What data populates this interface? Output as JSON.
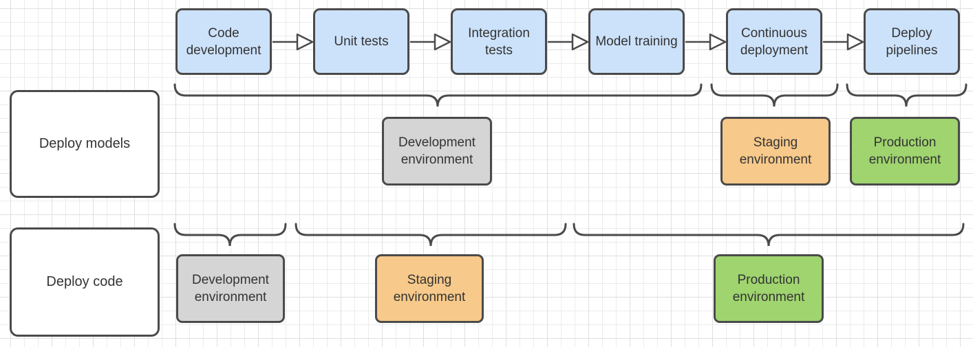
{
  "pipeline": {
    "nodes": [
      {
        "label": "Code development"
      },
      {
        "label": "Unit tests"
      },
      {
        "label": "Integration tests"
      },
      {
        "label": "Model training"
      },
      {
        "label": "Continuous deployment"
      },
      {
        "label": "Deploy pipelines"
      }
    ]
  },
  "rows": [
    {
      "label": "Deploy models",
      "environments": [
        {
          "label": "Development environment"
        },
        {
          "label": "Staging environment"
        },
        {
          "label": "Production environment"
        }
      ]
    },
    {
      "label": "Deploy code",
      "environments": [
        {
          "label": "Development environment"
        },
        {
          "label": "Staging environment"
        },
        {
          "label": "Production environment"
        }
      ]
    }
  ],
  "colors": {
    "process_fill": "#cce2fa",
    "development_fill": "#d5d5d5",
    "staging_fill": "#f7c98a",
    "production_fill": "#9fd46f",
    "row_label_fill": "#ffffff",
    "stroke": "#4a4a4a",
    "text": "#333333",
    "grid_minor": "#ececec",
    "grid_major": "#dfdfdf"
  }
}
